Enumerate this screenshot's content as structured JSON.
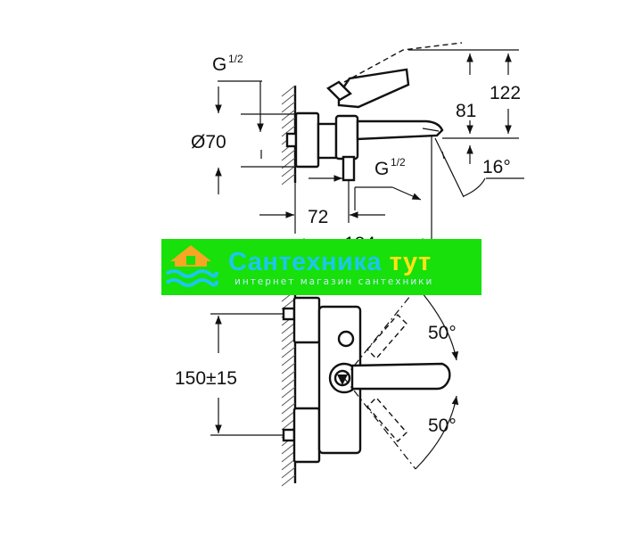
{
  "labels": {
    "thread_top": "G",
    "thread_top_fraction": "1/2",
    "diameter": "Ø70",
    "thread_bottom": "G",
    "thread_bottom_fraction": "1/2",
    "dim_72": "72",
    "dim_184": "184",
    "dim_81": "81",
    "dim_122": "122",
    "angle_16": "16°",
    "dim_150": "150±15",
    "angle_50_top": "50°",
    "angle_50_bottom": "50°"
  },
  "banner": {
    "title_main": "Сантехника",
    "title_accent": "тут",
    "subtitle": "интернет магазин сантехники",
    "colors": {
      "background": "#17e00a",
      "title": "#1cc7ee",
      "accent": "#ffe21a",
      "logo": "#f5a623"
    }
  }
}
